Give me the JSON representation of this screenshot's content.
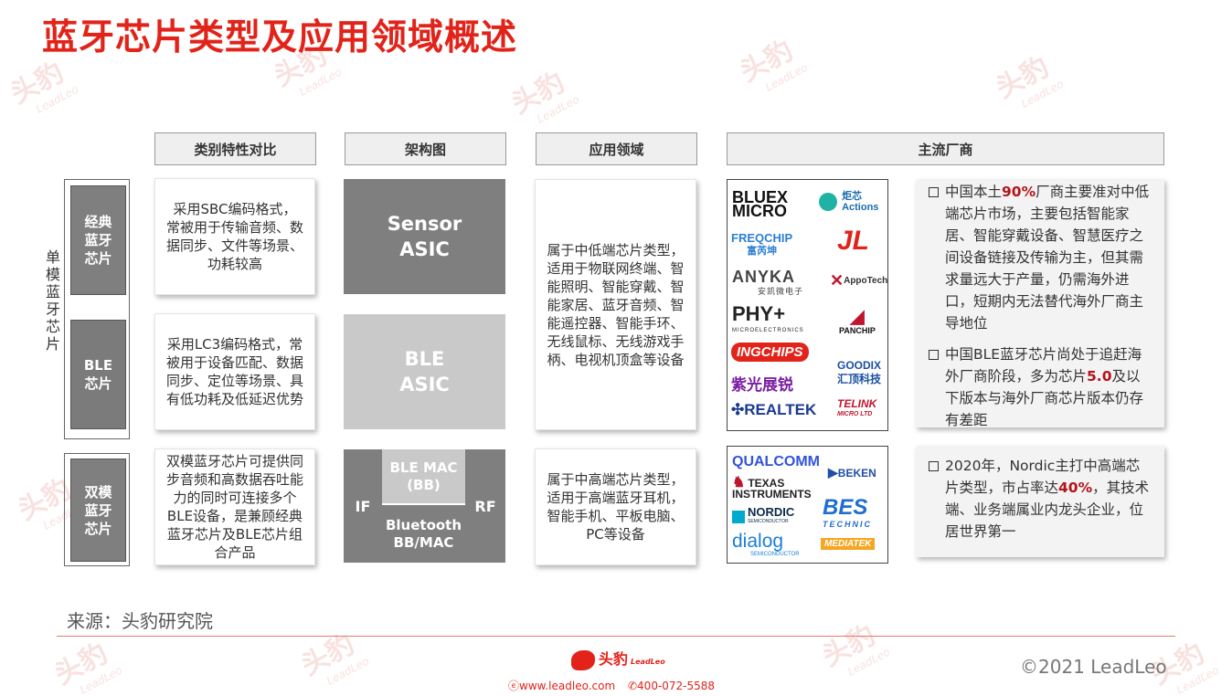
{
  "title": "蓝牙芯片类型及应用领域概述",
  "watermark": {
    "cn": "头豹",
    "en": "LeadLeo"
  },
  "headers": {
    "category": "类别特性对比",
    "architecture": "架构图",
    "application": "应用领域",
    "vendors": "主流厂商"
  },
  "single_mode_label": "单模蓝牙芯片",
  "types": {
    "classic": "经典蓝牙芯片",
    "ble": "BLE芯片",
    "dual": "双模蓝牙芯片"
  },
  "features": {
    "classic": "采用SBC编码格式，常被用于传输音频、数据同步、文件等场景、功耗较高",
    "ble": "采用LC3编码格式，常被用于设备匹配、数据同步、定位等场景、具有低功耗及低延迟优势",
    "dual": "双模蓝牙芯片可提供同步音频和高数据吞吐能力的同时可连接多个BLE设备，是兼顾经典蓝牙芯片及BLE芯片组合产品"
  },
  "architecture": {
    "sensor_asic_line1": "Sensor",
    "sensor_asic_line2": "ASIC",
    "ble_asic_line1": "BLE",
    "ble_asic_line2": "ASIC",
    "if": "IF",
    "rf": "RF",
    "ble_mac_line1": "BLE MAC",
    "ble_mac_line2": "(BB)",
    "bt_line1": "Bluetooth",
    "bt_line2": "BB/MAC"
  },
  "applications": {
    "single": "属于中低端芯片类型，适用于物联网终端、智能照明、智能穿戴、智能家居、蓝牙音频、智能遥控器、智能手环、无线鼠标、无线游戏手柄、电视机顶盒等设备",
    "dual": "属于中高端芯片类型，适用于高端蓝牙耳机，智能手机、平板电脑、PC等设备"
  },
  "logos_single": {
    "bluex_1": "BLUEX",
    "bluex_2": "MICRO",
    "actions_cn": "炬芯",
    "actions_en": "Actions",
    "freqchip": "FREQCHIP",
    "freqchip_cn": "富芮坤",
    "jl": "JL",
    "anyka": "ANYKA",
    "anyka_cn": "安凯微电子",
    "appotech": "AppoTech",
    "phyplus": "PHY+",
    "phyplus_sub": "MICROELECTRONICS",
    "panchip": "PANCHIP",
    "ingchips": "INGCHIPS",
    "goodix": "GOODIX",
    "goodix_cn": "汇顶科技",
    "unisoc": "紫光展锐",
    "realtek": "REALTEK",
    "telink": "TELINK",
    "telink_sub": "MICRO LTD"
  },
  "logos_dual": {
    "qualcomm": "QUALCOMM",
    "beken": "BEKEN",
    "ti_1": "TEXAS",
    "ti_2": "INSTRUMENTS",
    "nordic": "NORDIC",
    "nordic_sub": "SEMICONDUCTOR",
    "bes": "BES",
    "bes_sub": "TECHNIC",
    "dialog": "dialog",
    "dialog_sub": "SEMICONDUCTOR",
    "mediatek": "MEDIATEK"
  },
  "vendor_notes": {
    "n1_a": "中国本土",
    "n1_hl": "90%",
    "n1_b": "厂商主要准对中低端芯片市场，主要包括智能家居、智能穿戴设备、智慧医疗之间设备链接及传输为主，但其需求量远大于产量，仍需海外进口，短期内无法替代海外厂商主导地位",
    "n2_a": "中国BLE蓝牙芯片尚处于追赶海外厂商阶段，多为芯片",
    "n2_hl": "5.0",
    "n2_b": "及以下版本与海外厂商芯片版本仍存有差距",
    "n3_a": "2020年，Nordic主打中高端芯片类型，市占率达",
    "n3_hl": "40%",
    "n3_b": "，其技术端、业务端属业内龙头企业，位居世界第一"
  },
  "source": "来源：头豹研究院",
  "footer": {
    "brand": "头豹",
    "brand_en": "LeadLeo",
    "website": "www.leadleo.com",
    "phone": "400-072-5588",
    "copyright": "©2021 LeadLeo"
  },
  "colors": {
    "accent": "#e2231a",
    "highlight": "#b2141a",
    "box_dark": "#7f7f7f",
    "box_light": "#c9c9c9"
  }
}
